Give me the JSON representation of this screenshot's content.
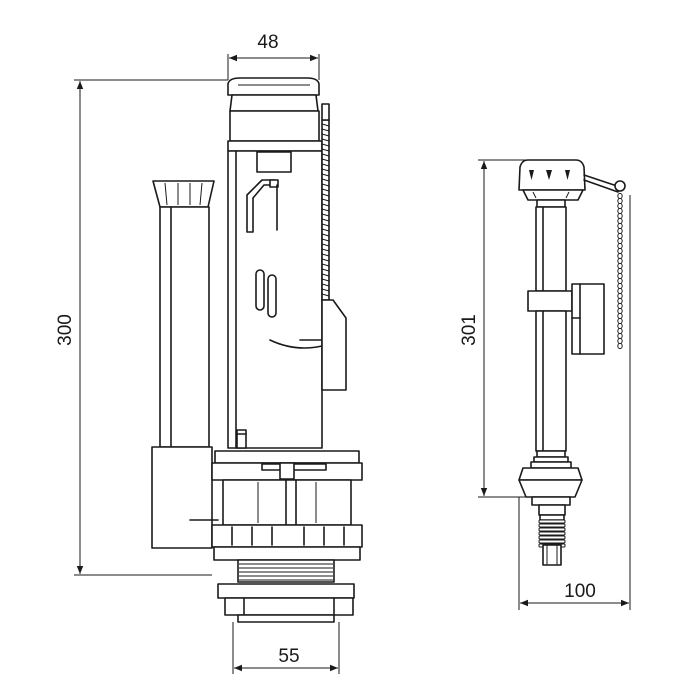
{
  "dimensions": {
    "flush_valve_top_width": "48",
    "flush_valve_height": "300",
    "flush_valve_thread_width": "55",
    "fill_valve_height": "301",
    "fill_valve_offset": "100"
  },
  "colors": {
    "line": "#1a1a1a",
    "background": "#ffffff"
  }
}
